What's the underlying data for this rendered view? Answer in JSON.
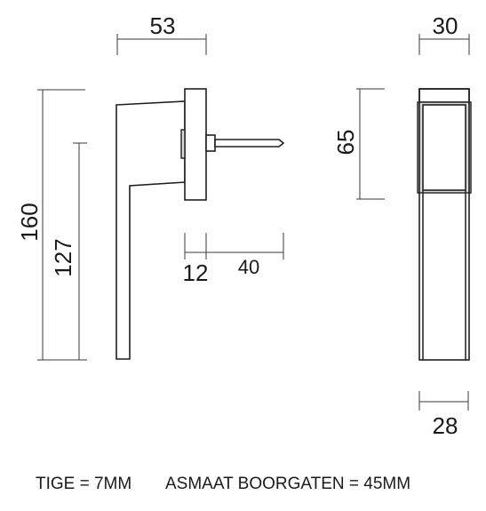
{
  "dimensions": {
    "width_top": "53",
    "depth_top": "30",
    "height_total": "160",
    "height_grip": "127",
    "rose_height": "65",
    "rose_thickness": "12",
    "spindle_length": "40",
    "depth_bottom": "28"
  },
  "footer": {
    "spindle_text": "TIGE = 7MM",
    "hole_spacing_text": "ASMAAT BOORGATEN = 45MM"
  },
  "colors": {
    "line": "#2a2a2a",
    "shade": "#d9d9d9",
    "background": "#ffffff"
  }
}
